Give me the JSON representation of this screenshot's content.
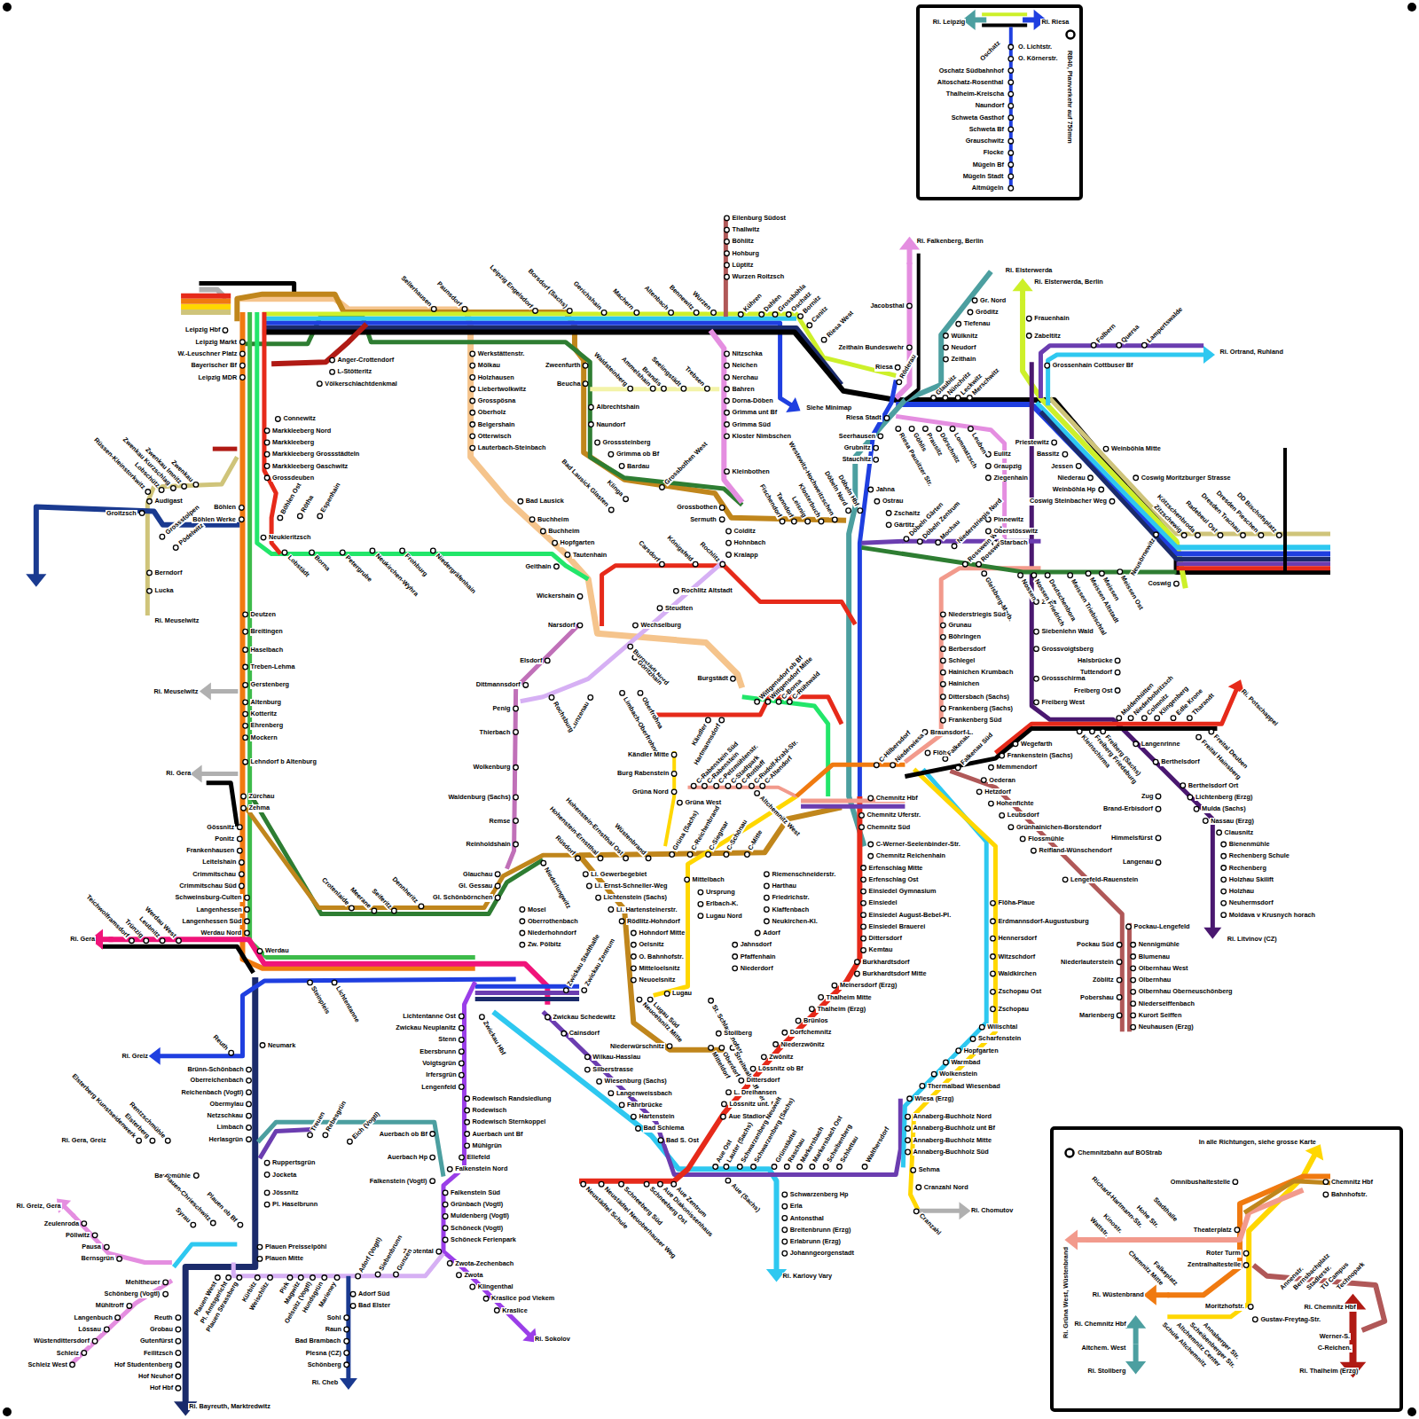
{
  "diagram": {
    "nodes": [
      {
        "text": [
          "Ri. Leipzig",
          "Ri. Riesa",
          "Oschatz",
          "O. Lichtstr.",
          "O. Körnerstr.",
          "Oschatz Südbahnhof",
          "Altoschatz-Rosenthal",
          "Thalheim-Kreischa",
          "Naundorf",
          "Schweta Gasthof",
          "Schweta Bf",
          "Grauschwitz",
          "Flocke",
          "Mügeln Bf",
          "Mügeln Stadt",
          "Altmügeln",
          "RB40, Planverkehr auf 750mm"
        ]
      },
      {
        "text": [
          "Chemnitzbahn auf BOStrab",
          "In alle Richtungen, siehe grosse Karte",
          "Omnibushaltestelle",
          "Chemnitz Hbf",
          "Bahnhofstr.",
          "Theaterplatz",
          "Roter Turm",
          "Zentralhaltestelle",
          "Moritzhofstr.",
          "Gustav-Freytag-Str.",
          "Ri. Wüstenbrand",
          "Ri. Chemnitz Hbf",
          "Altchem. West",
          "Ri. Stollberg",
          "Ri. Chemnitz Hbf",
          "Werner-S.",
          "C-Reichen.",
          "Ri. Thalheim (Erzg)",
          "Ri. Grüna West, Wüstenbrand",
          "Richard-Hartmann-Str.",
          "Hohe Str.",
          "Stadthalle",
          "Kinostr.",
          "Wattstr.",
          "Falkeplatz",
          "Chemnitz Mitte",
          "Annenstr.",
          "Bernsbachplatz",
          "Stadlerstr.",
          "TU Campus",
          "Technopark",
          "Schule Altchemnitz",
          "Altchemnitz Center",
          "Scheibenberger Str.",
          "Annaberger Str."
        ]
      }
    ],
    "labels": [
      "Leipzig Hbf",
      "Leipzig Markt",
      "W.-Leuschner Platz",
      "Bayerischer Bf",
      "Leipzig MDR",
      "Anger-Crottendorf",
      "L-Stötteritz",
      "Völkerschlachtdenkmal",
      "Connewitz",
      "Markkleeberg Nord",
      "Markkleeberg",
      "Markkleeberg Grossstädteln",
      "Markkleeberg Gaschwitz",
      "Grossdeuben",
      "Böhlen",
      "Böhlen Werke",
      "Böhlen Ost",
      "Rötha",
      "Espenhain",
      "Neukieritzsch",
      "Lobstädt",
      "Borna",
      "Petergrube",
      "Neukirchen-Wyhra",
      "Frohburg",
      "Niedergräfenhain",
      "Groitzsch",
      "Audigast",
      "Zwenkau",
      "Zwenkau Imnitz",
      "Zwenkau Kurzschlag",
      "Lobschütz",
      "Rüssen-Kleinstorkwitz",
      "Grossstolpen",
      "Pödelwitz",
      "Berndorf",
      "Lucka",
      "Ri. Meuselwitz",
      "Deutzen",
      "Breitingen",
      "Haselbach",
      "Treben-Lehma",
      "Gerstenberg",
      "Altenburg",
      "Kotteritz",
      "Ehrenberg",
      "Mockern",
      "Lehndorf b Altenburg",
      "Ri. Meuselwitz",
      "Ri. Gera",
      "Zürchau",
      "Zehma",
      "Gössnitz",
      "Ponitz",
      "Frankenhausen",
      "Leitelshain",
      "Crimmitschau",
      "Crimmitschau Süd",
      "Schweinsburg-Culten",
      "Langenhessen",
      "Langenhessen Süd",
      "Werdau Nord",
      "Werdau",
      "Ri. Gera",
      "Teichwolframsdorf",
      "Trünzig",
      "Leubnitz",
      "Werdau West",
      "Crotenlaide",
      "Meerane",
      "Seiferitz",
      "Dennheritz",
      "Glauchau",
      "Gl. Gessau",
      "Gl. Schönbörnchen",
      "Niederlungwitz",
      "Mosel",
      "Oberrothenbach",
      "Niederhohndorf",
      "Zw. Pölbitz",
      "Zwickau Stadthalle",
      "Zwickau Zentrum",
      "Zwickau Schedewitz",
      "Cainsdorf",
      "Wilkau-Hasslau",
      "Silberstrasse",
      "Wiesenburg (Sachs)",
      "Langenweissbach",
      "Fährbrücke",
      "Hartenstein",
      "Bad Schlema",
      "Bad S. Ost",
      "Lichtentanne Ost",
      "Zwickau Neuplanitz",
      "Stenn",
      "Ebersbrunn",
      "Voigtsgrün",
      "Irfersgrün",
      "Lengenfeld",
      "Zwickau Hbf",
      "Rodewisch Randsiedlung",
      "Rodewisch",
      "Rodewisch Sternkoppel",
      "Auerbach unt Bf",
      "Mühlgrün",
      "Ellefeld",
      "Falkenstein Nord",
      "Falkenstein (Vogtl)",
      "Auerbach ob Bf",
      "Auerbach Hp",
      "Falkenstein Süd",
      "Grünbach (Vogtl)",
      "Muldenberg (Vogtl)",
      "Schöneck (Vogtl)",
      "Schöneck Ferienpark",
      "Zwotental",
      "Zwota-Zechenbach",
      "Zwota",
      "Klingenthal",
      "Kraslice pod Viekem",
      "Kraslice",
      "Ri. Sokolov",
      "Steinpleis",
      "Lichtentanne",
      "Neumark",
      "Ri. Greiz",
      "Reuth",
      "Brünn-Schönbach",
      "Oberreichenbach",
      "Reichenbach (Vogtl)",
      "Obermylau",
      "Netzschkau",
      "Limbach",
      "Herlasgrün",
      "Ruppertsgrün",
      "Jocketa",
      "Jössnitz",
      "Pl. Haselbrunn",
      "Plauen Preisselpöhl",
      "Plauen Mitte",
      "Barthmühle",
      "Ri. Gera, Greiz",
      "Elsterberg Kunstseidenwerk",
      "Elsterberg",
      "Rentzschmühle",
      "Treuen",
      "Rebesgrün",
      "Eich (Vogtl)",
      "Ri. Greiz, Gera",
      "Zeulenroda",
      "Pöllwitz",
      "Pausa",
      "Bernsgrün",
      "Syrau",
      "Plauen-Chrieschwitz",
      "Plauen ob Bf",
      "Mehltheuer",
      "Schönberg (Vogtl)",
      "Mühltroff",
      "Langenbuch",
      "Lössau",
      "Wüstendittersdorf",
      "Schleiz",
      "Schleiz West",
      "Reuth",
      "Grobau",
      "Gutenfürst",
      "Feilitzsch",
      "Hof Studentenberg",
      "Hof Neuhof",
      "Hof Hbf",
      "Ri. Bayreuth, Marktredwitz",
      "Plauen West",
      "Pl. Amtsgericht",
      "Plauen Strassberg",
      "Kürbitz",
      "Weischlitz",
      "Pirk",
      "Magwitz",
      "Oelsnitz (Vogtl)",
      "Hundsgrün",
      "Marieney",
      "Adorf (Vogtl)",
      "Siebenbrunn",
      "Gunzen",
      "Adorf Süd",
      "Bad Elster",
      "Sohl",
      "Raun",
      "Bad Brambach",
      "Plesna (CZ)",
      "Schönberg",
      "Ri. Cheb",
      "Sellerhausen",
      "Paunsdorf",
      "Leipzig Engelsdorf",
      "Borsdorf (Sachs)",
      "Gerichshain",
      "Machern",
      "Altenbach",
      "Bennewitz",
      "Wurzen",
      "Kühren",
      "Dahlen",
      "Grossböhla",
      "Oschatz",
      "Bornitz",
      "Canitz",
      "Riesa West",
      "Eilenburg Südost",
      "Thallwitz",
      "Böhlitz",
      "Hohburg",
      "Lüptitz",
      "Wurzen Roitzsch",
      "Werkstättenstr.",
      "Mölkau",
      "Holzhausen",
      "Liebertwolkwitz",
      "Grosspösna",
      "Oberholz",
      "Belgershain",
      "Otterwisch",
      "Lauterbach-Steinbach",
      "Zweenfurth",
      "Beucha",
      "Albrechtshain",
      "Naundorf",
      "Grosssteinberg",
      "Grimma ob Bf",
      "Bardau",
      "Grossbothen West",
      "Klinga",
      "Bad Lausick Glasten",
      "Waldsteinberg",
      "Ammelshain",
      "Brandis",
      "Seelingstädt",
      "Trebsen",
      "Nitzschka",
      "Neichen",
      "Nerchau",
      "Bahren",
      "Dorna-Döben",
      "Grimma unt Bf",
      "Grimma Süd",
      "Kloster Nimbschen",
      "Kleinbothen",
      "Grossbothen",
      "Sermuth",
      "Colditz",
      "Hohnbach",
      "Kralapp",
      "Bad Lausick",
      "Buchheim",
      "Buchheim",
      "Hopfgarten",
      "Tautenhain",
      "Geithain",
      "Wickershain",
      "Narsdorf",
      "Carsdorf",
      "Königsfeld",
      "Rochlitz",
      "Rochlitz Altstadt",
      "Steudten",
      "Wechselburg",
      "Elsdorf",
      "Dittmannsdorf",
      "Penig",
      "Thierbach",
      "Wolkenburg",
      "Waldenburg (Sachs)",
      "Remse",
      "Reinholdshain",
      "Lunzenau",
      "Rochsburg",
      "Burgstädt Nord",
      "Göritzhain",
      "Burgstädt",
      "Limbach-Oberfrohna",
      "Oberfrohna",
      "Kändler",
      "Hartmannsdorf",
      "Wittgensdorf ob Bf",
      "Wittgensdorf Mitte",
      "C-Borna",
      "C-Rühtwald",
      "Kändler Mitte",
      "Burg Rabenstein",
      "Grüna Nord",
      "Grüna West",
      "C-Rabenstein Süd",
      "C-Rabenstein",
      "C-Pelzmühlenstr.",
      "C-Stadtpark",
      "C-Rottluff",
      "C-Rudolf-Krahl-Str.",
      "C-Altendorf",
      "Hohenstein-Ernstthal",
      "Hohenstein-Ernstthal Ost",
      "Wüstenbrand",
      "Rüsdorf",
      "Grüna (Sachs)",
      "C-Reichenbrand",
      "C-Siegmar",
      "C-Schönau",
      "C-Mitte",
      "Altchemnitz West",
      "Li. Gewerbegebiet",
      "Li. Ernst-Schneller-Weg",
      "Lichtenstein (Sachs)",
      "Li. Hartensteinerstr.",
      "Rödlitz-Hohndorf",
      "Hohndorf Mitte",
      "Oelsnitz",
      "O. Bahnhofstr.",
      "Mitteloelsnitz",
      "Neuoelsnitz",
      "Lugau",
      "Lugau Süd",
      "Neuoelsnitz Mitte",
      "Niederwürschnitz",
      "Mittelbach",
      "Ursprung",
      "Erlbach-K.",
      "Lugau Nord",
      "Riemenschneiderstr.",
      "Harthau",
      "Friedrichstr.",
      "Klaffenbach",
      "Neukirchen-Kl.",
      "Adorf",
      "Jahnsdorf",
      "Pfaffenhain",
      "Niederdorf",
      "St. Schlachthofstr.",
      "Stollberg",
      "Mitteldorf",
      "Oberdorf",
      "Streitwald-Affalter",
      "Zwönitz",
      "Lössnitz ob Bf",
      "Dittersdorf",
      "L. Dreihansen",
      "Lössnitz unt. Bf",
      "Aue Stadion",
      "Chemnitz Hbf",
      "Chemnitz Uferstr.",
      "Chemnitz Süd",
      "C-Werner-Seelenbinder-Str.",
      "Chemnitz Reichenhain",
      "Erfenschlag Mitte",
      "Erfenschlag Ost",
      "Einsiedel Gymnasium",
      "Einsiedel",
      "Einsiedel August-Bebel-Pl.",
      "Einsiedel Brauerei",
      "Dittersdorf",
      "Kemtau",
      "Burkhardtsdorf",
      "Burkhardtsdorf Mitte",
      "Meinersdorf (Erzg)",
      "Thalheim Mitte",
      "Thalheim (Erzg)",
      "Brünlos",
      "Dorfchemnitz",
      "Niederzwönitz",
      "Aue Ost",
      "Lauter (Sachs)",
      "Schwarzenberg Neuwelt",
      "Schwarzenberg (Sachs)",
      "Grünstädtel",
      "Raschau",
      "Markersbach",
      "Markersbach Ost",
      "Scheibenberg",
      "Schlettau",
      "Walthersdorf",
      "Aue (Sachs)",
      "Aue Zentrum",
      "Aue Diakonissenhaus",
      "Schneeberg Ost",
      "Schneeberg Süd",
      "Neustädtel Neuoberhauser Weg",
      "Neustädtel Schule",
      "Schwarzenberg Hp",
      "Erla",
      "Antonsthal",
      "Breitenbrunn (Erzg)",
      "Erlabrunn (Erzg)",
      "Johanngeorgenstadt",
      "Ri. Karlovy Vary",
      "Annaberg-Buchholz Nord",
      "Annaberg-Buchholz unt Bf",
      "Annaberg-Buchholz Mitte",
      "Annaberg-Buchholz Süd",
      "Sehma",
      "Cranzahl Nord",
      "Cranzahl",
      "Ri. Chomutov",
      "Flöha-Plaue",
      "Erdmannsdorf-Augustusburg",
      "Hennersdorf",
      "Witzschdorf",
      "Waldkirchen",
      "Zschopau Ost",
      "Zschopau",
      "Wilischtal",
      "Scharfenstein",
      "Hopfgarten",
      "Warmbad",
      "Wolkenstein",
      "Thermalbad Wiesenbad",
      "Wiesa (Erzg)",
      "C-Hilbersdorf",
      "Niederwiesa",
      "Flöha",
      "Falkenau",
      "Falkenau Süd",
      "Oederan",
      "Frankenstein (Sachs)",
      "Memmendorf",
      "Wegefarth",
      "Hetzdorf",
      "Hohenfichte",
      "Leubsdorf",
      "Grünhainichen-Borstendorf",
      "Flossmühle",
      "Reifland-Wünschendorf",
      "Lengefeld-Rauenstein",
      "Pockau-Lengefeld",
      "Nennigmühle",
      "Blumenau",
      "Olbernhau West",
      "Olbernhau",
      "Olbernhau Oberneuschönberg",
      "Niederseiffenbach",
      "Kurort Seiffen",
      "Neuhausen (Erzg)",
      "Pockau Süd",
      "Niederlauterstein",
      "Zöblitz",
      "Pobershau",
      "Marienberg",
      "Halsbrücke",
      "Tuttendorf",
      "Freiberg Ost",
      "Freiberg (Sachs)",
      "Freiberg Friedeburg",
      "Kleinschirma",
      "Langenrinne",
      "Berthelsdorf",
      "Berthelsdorf Ort",
      "Lichtenberg (Erzg)",
      "Mulda (Sachs)",
      "Nassau (Erzg)",
      "Clausnitz",
      "Bienenmühle",
      "Rechenberg Schule",
      "Rechenberg",
      "Holzhau Skilift",
      "Holzhau",
      "Neuhermsdorf",
      "Moldava v Krusnych horach",
      "Ri. Litvinov (CZ)",
      "Zug",
      "Brand-Erbisdorf",
      "Himmelsfürst",
      "Langenau",
      "Muldenhütten",
      "Niederbobritzsch",
      "Colmnitz",
      "Klingenberg",
      "Edle Krone",
      "Tharandt",
      "Freital Deuben",
      "Freital Hainsberg",
      "Ri. Potschappel",
      "Riesa",
      "Röderau",
      "Zeithain Bundeswehr",
      "Jacobsthal",
      "Ri. Falkenberg, Berlin",
      "Ri. Elsterwerda",
      "Gr. Nord",
      "Gröditz",
      "Tiefenau",
      "Wülknitz",
      "Neudorf",
      "Zeithain",
      "Ri. Elsterwerda, Berlin",
      "Frauenhain",
      "Zabeltitz",
      "Grossenhain Cottbuser Bf",
      "Folbern",
      "Quersa",
      "Lampertswalde",
      "Ri. Ortrand, Ruhland",
      "Glaubitz",
      "Nünchritz",
      "Leckwitz",
      "Merschwitz",
      "Riesa Stadt",
      "Riesa Pausitzer Str.",
      "Göhlis",
      "Prausitz",
      "Dörschnitz",
      "Lommatzsch",
      "Leuben",
      "Seerhausen",
      "Grubnitz",
      "Stauchitz",
      "Jahna",
      "Ostrau",
      "Zschaitz",
      "Gärtitz",
      "Döbeln Hbf",
      "Döbeln Nord",
      "Westewitz-Hochweitzschen",
      "Klosterbuch",
      "Leisnig",
      "Tanndorf",
      "Fischendorf",
      "Döbeln Gärten",
      "Döbeln Zentrum",
      "Mochau",
      "Niederstriegis Nord",
      "Rosswein West",
      "Rosswein",
      "Starbach",
      "Gleisberg-Marb.",
      "Niederstriegis Süd",
      "Grunau",
      "Böhringen",
      "Berbersdorf",
      "Schlegel",
      "Hainichen Krumbach",
      "Hainichen",
      "Dittersbach (Sachs)",
      "Frankenberg (Sachs)",
      "Frankenberg Süd",
      "Braunsdorf-L.",
      "Eulitz",
      "Graupzig",
      "Ziegenhain",
      "Pinnewitz",
      "Oberstösswitz",
      "Zella",
      "Siebenlehn Wald",
      "Grossvoigtsberg",
      "Grossschirma",
      "Freiberg West",
      "Nossen",
      "Nossen Friedrich",
      "Deutschenbora",
      "Priestewitz",
      "Bassitz",
      "Jessen",
      "Niederau",
      "Weinböhla Hp",
      "Coswig Steinbacher Weg",
      "Weinböhla Mitte",
      "Coswig Moritzburger Strasse",
      "Meissen Triebischtal",
      "Meissen Altstadt",
      "Meissen",
      "Meissen Ost",
      "Neusörnewitz",
      "Coswig",
      "Zitzschewig",
      "Kötzschenbroda",
      "Radebeul Ost",
      "Dresden Trachau",
      "Dresden Pieschen",
      "DD Bischofsplatz",
      "Siehe Minimap"
    ]
  }
}
